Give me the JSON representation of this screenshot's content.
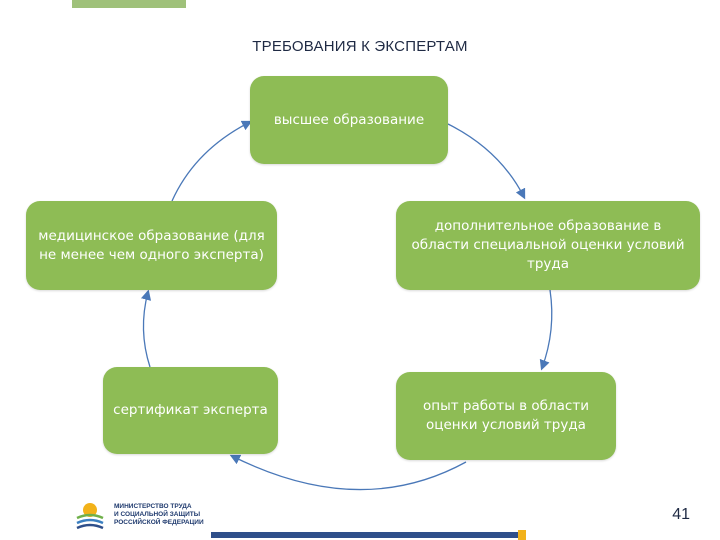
{
  "slide": {
    "title": "ТРЕБОВАНИЯ К ЭКСПЕРТАМ",
    "page_number": "41"
  },
  "diagram": {
    "nodes": {
      "top": "высшее образование",
      "left": "медицинское образование (для не менее чем одного эксперта)",
      "right": "дополнительное образование в области специальной оценки условий труда",
      "bottom_left": "сертификат эксперта",
      "bottom_right": "опыт работы в области оценки условий труда"
    }
  },
  "footer": {
    "org_lines": [
      "МИНИСТЕРСТВО ТРУДА",
      "И СОЦИАЛЬНОЙ ЗАЩИТЫ",
      "РОССИЙСКОЙ ФЕДЕРАЦИИ"
    ],
    "logo_icon": "ministry-logo-icon"
  },
  "colors": {
    "box_fill": "#8ebc55",
    "arrow": "#4a78b8",
    "title": "#1f2a44"
  }
}
